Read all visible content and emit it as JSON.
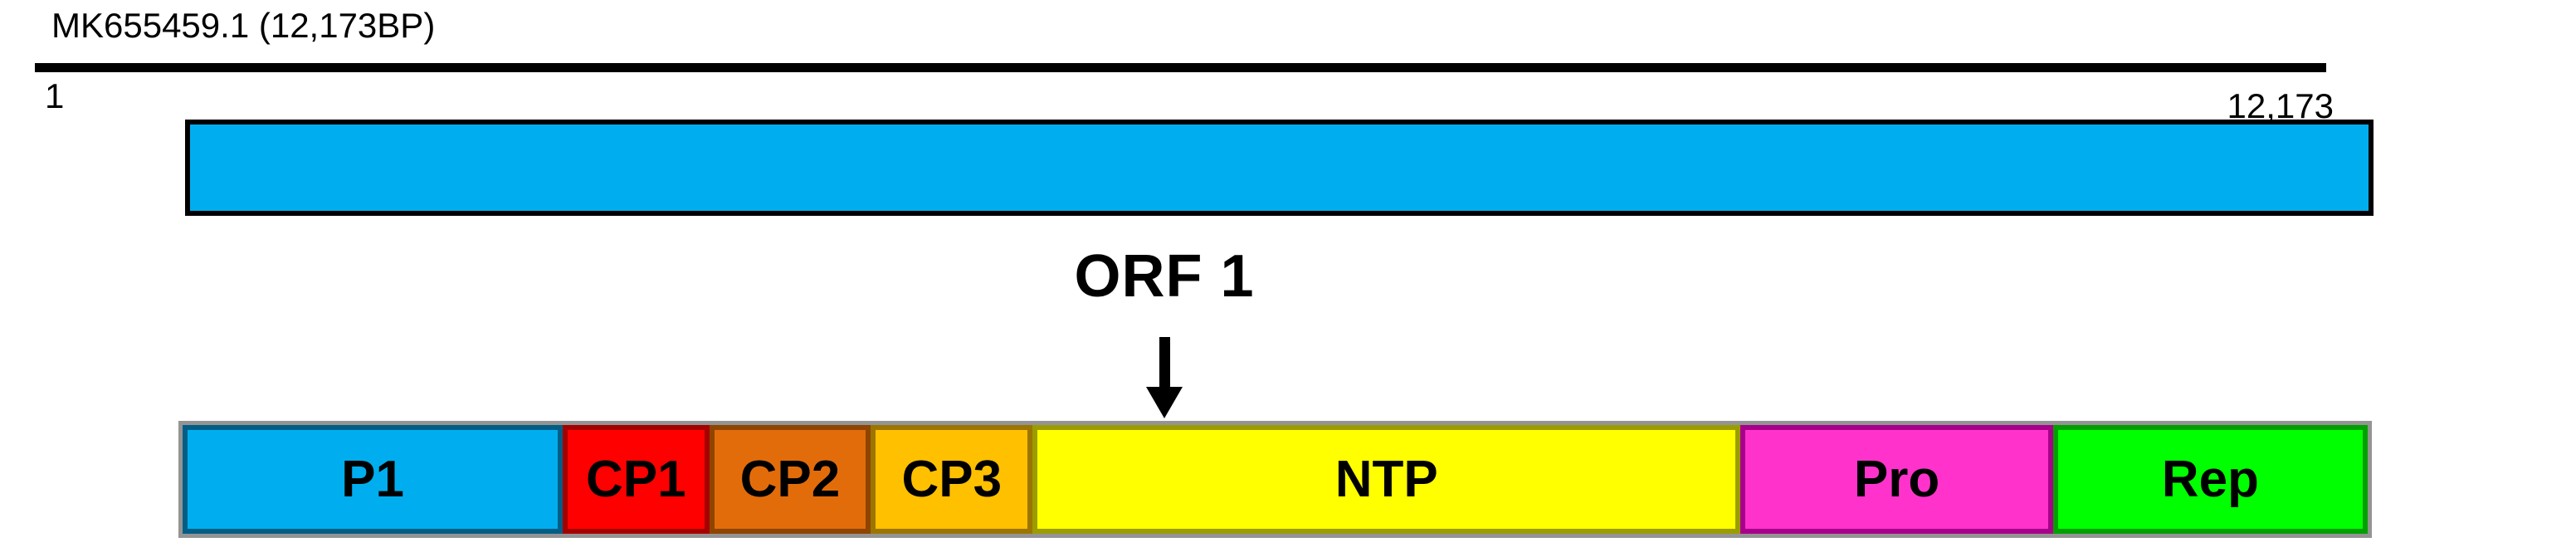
{
  "sequence": {
    "label": "MK655459.1 (12,173BP)",
    "scale_start": "1",
    "scale_end": "12,173",
    "bar_fill": "#00AEEF",
    "bar_border": "#000000"
  },
  "orf": {
    "label": "ORF 1",
    "arrow_color": "#000000"
  },
  "orf_map": {
    "outline_color": "#949494",
    "segments": [
      {
        "label": "P1",
        "fill": "#00AEEF",
        "border": "#005E85",
        "width_pct": 17.4
      },
      {
        "label": "CP1",
        "fill": "#FF0000",
        "border": "#A50000",
        "width_pct": 6.7
      },
      {
        "label": "CP2",
        "fill": "#E36C0A",
        "border": "#8F4400",
        "width_pct": 7.4
      },
      {
        "label": "CP3",
        "fill": "#FFC000",
        "border": "#9C7500",
        "width_pct": 7.4
      },
      {
        "label": "NTP",
        "fill": "#FFFF00",
        "border": "#9C9C00",
        "width_pct": 32.4
      },
      {
        "label": "Pro",
        "fill": "#FF33CC",
        "border": "#A8008A",
        "width_pct": 14.3
      },
      {
        "label": "Rep",
        "fill": "#00FF00",
        "border": "#00A000",
        "width_pct": 14.4
      }
    ]
  }
}
